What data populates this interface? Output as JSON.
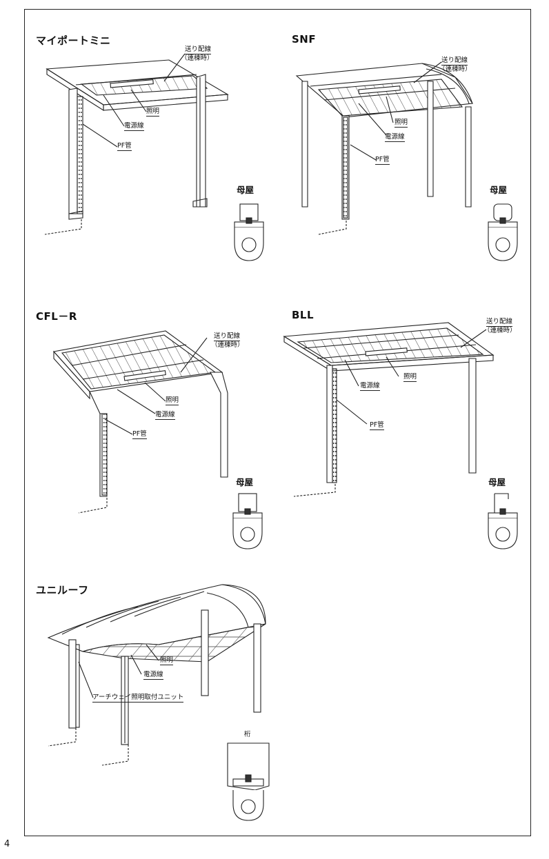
{
  "page_number": "4",
  "labels": {
    "okuri": "送り配線",
    "renmune": "（連棟時）",
    "shomei": "照明",
    "dengen": "電源線",
    "pf": "PF管",
    "moya": "母屋",
    "keta": "桁",
    "archway": "アーチウェイ照明取付ユニット"
  },
  "products": [
    {
      "name": "マイポートミニ"
    },
    {
      "name": "SNF"
    },
    {
      "name": "CFL－R"
    },
    {
      "name": "BLL"
    },
    {
      "name": "ユニルーフ"
    }
  ]
}
